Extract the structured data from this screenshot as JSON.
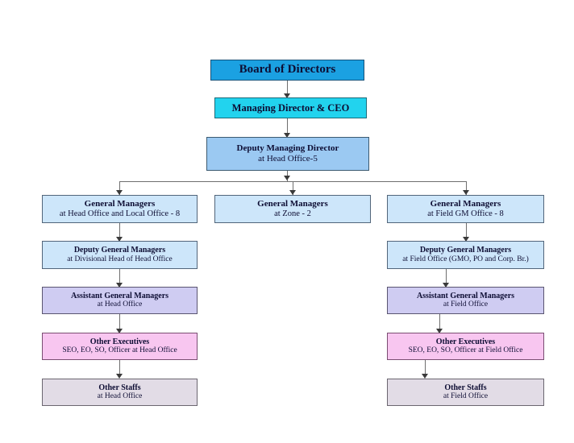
{
  "document": {
    "kind": "organization-chart",
    "background": "#FFFFFF"
  },
  "palette": {
    "board": "#1BA1E2",
    "managing_director": "#22D3EE",
    "deputy_managing_director": "#9BC9F2",
    "general_manager": "#CDE6FA",
    "assistant_general_manager": "#CFCCF2",
    "other_executives": "#F8C6F0",
    "other_staffs": "#E2DCE6",
    "connector": "#6E6E6E",
    "text": "#0D0D33"
  },
  "nodes": {
    "board": {
      "title": "Board of Directors",
      "sub": ""
    },
    "managing_director": {
      "title": "Managing Director  & CEO",
      "sub": ""
    },
    "deputy_managing_director": {
      "title": "Deputy Managing Director",
      "sub": "at Head Office-5"
    },
    "gm_head_office": {
      "title": "General Managers",
      "sub": "at Head Office and Local Office - 8"
    },
    "gm_zone": {
      "title": "General Managers",
      "sub": "at Zone - 2"
    },
    "gm_field": {
      "title": "General Managers",
      "sub": "at Field GM Office - 8"
    },
    "dgm_head_office": {
      "title": "Deputy General Managers",
      "sub": "at Divisional Head of Head Office"
    },
    "dgm_field_office": {
      "title": "Deputy General Managers",
      "sub": "at Field Office (GMO, PO and Corp. Br.)"
    },
    "agm_head_office": {
      "title": "Assistant General Managers",
      "sub": "at Head Office"
    },
    "agm_field_office": {
      "title": "Assistant General Managers",
      "sub": "at Field Office"
    },
    "exec_head_office": {
      "title": "Other Executives",
      "sub": "SEO, EO, SO, Officer at Head Office"
    },
    "exec_field_office": {
      "title": "Other Executives",
      "sub": "SEO, EO, SO, Officer at Field Office"
    },
    "staff_head_office": {
      "title": "Other Staffs",
      "sub": "at Head Office"
    },
    "staff_field_office": {
      "title": "Other Staffs",
      "sub": "at Field Office"
    }
  }
}
